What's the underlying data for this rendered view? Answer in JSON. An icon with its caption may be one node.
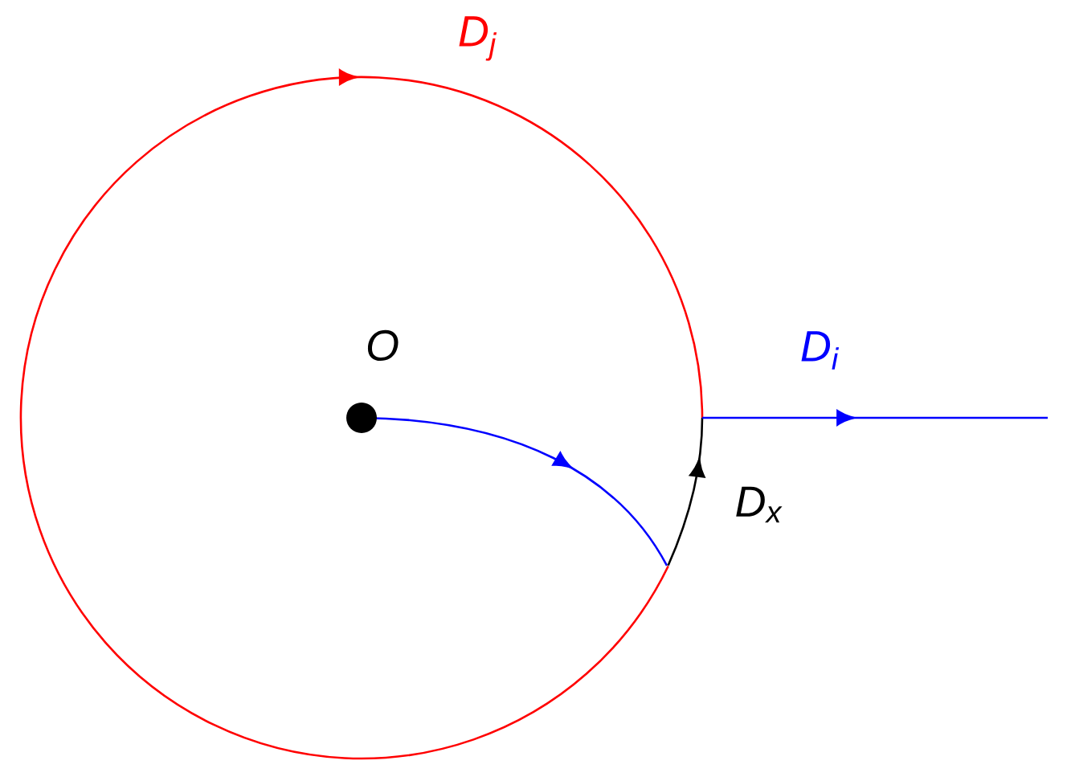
{
  "diagram": {
    "labels": [
      "D$_{j}$",
      "O",
      "D$_{i}$",
      "D$_{x}$"
    ]
  }
}
